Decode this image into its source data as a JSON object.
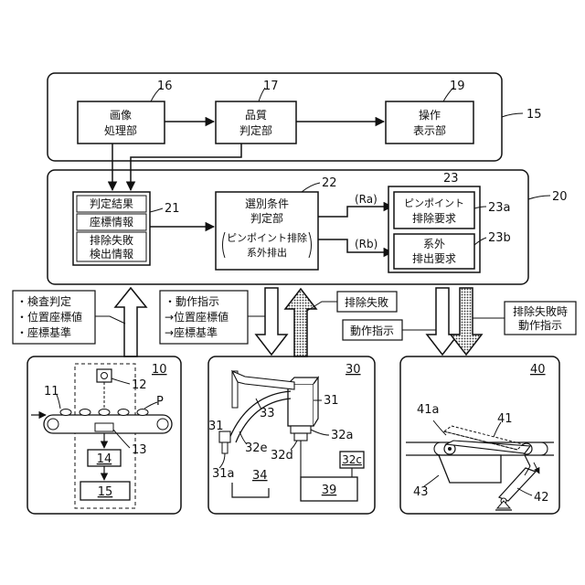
{
  "blocks": {
    "image_processing": {
      "ref": "16",
      "line1": "画像",
      "line2": "処理部"
    },
    "quality_judgment": {
      "ref": "17",
      "line1": "品質",
      "line2": "判定部"
    },
    "operation_display": {
      "ref": "19",
      "line1": "操作",
      "line2": "表示部"
    },
    "top_frame_ref": "15",
    "info_group_ref": "21",
    "info_items": [
      "判定結果",
      "座標情報",
      "排除失敗",
      "検出情報"
    ],
    "selection_judgment": {
      "ref": "22",
      "line1": "選別条件",
      "line2": "判定部",
      "line3": "ピンポイント排除",
      "line4": "系外排出"
    },
    "requests_ref": "23",
    "pinpoint_request": {
      "ref": "23a",
      "line1": "ピンポイント",
      "line2": "排除要求"
    },
    "system_out_request": {
      "ref": "23b",
      "line1": "系外",
      "line2": "排出要求"
    },
    "middle_frame_ref": "20",
    "route_a": "(Ra)",
    "route_b": "(Rb)"
  },
  "callouts": {
    "inspection": [
      "・検査判定",
      "・位置座標値",
      "・座標基準"
    ],
    "robot_command": [
      "・動作指示",
      "→位置座標値",
      "→座標基準"
    ],
    "reject_failure": "排除失敗",
    "operation_command": "動作指示",
    "failure_command": [
      "排除失敗時",
      "動作指示"
    ]
  },
  "units": {
    "inspection": {
      "ref": "10",
      "camera_ref": "12",
      "conveyor_ref": "11",
      "sensor_ref": "13",
      "product_ref": "P",
      "box14": "14",
      "box15": "15"
    },
    "robot": {
      "ref": "30",
      "arm_ref": "33",
      "body_ref": "31",
      "r31": "31",
      "r31a": "31a",
      "r32e": "32e",
      "r32d": "32d",
      "r32a": "32a",
      "r32c": "32c",
      "r34": "34",
      "r39": "39"
    },
    "discharge": {
      "ref": "40",
      "r41a": "41a",
      "r41": "41",
      "r43": "43",
      "r42": "42"
    }
  }
}
